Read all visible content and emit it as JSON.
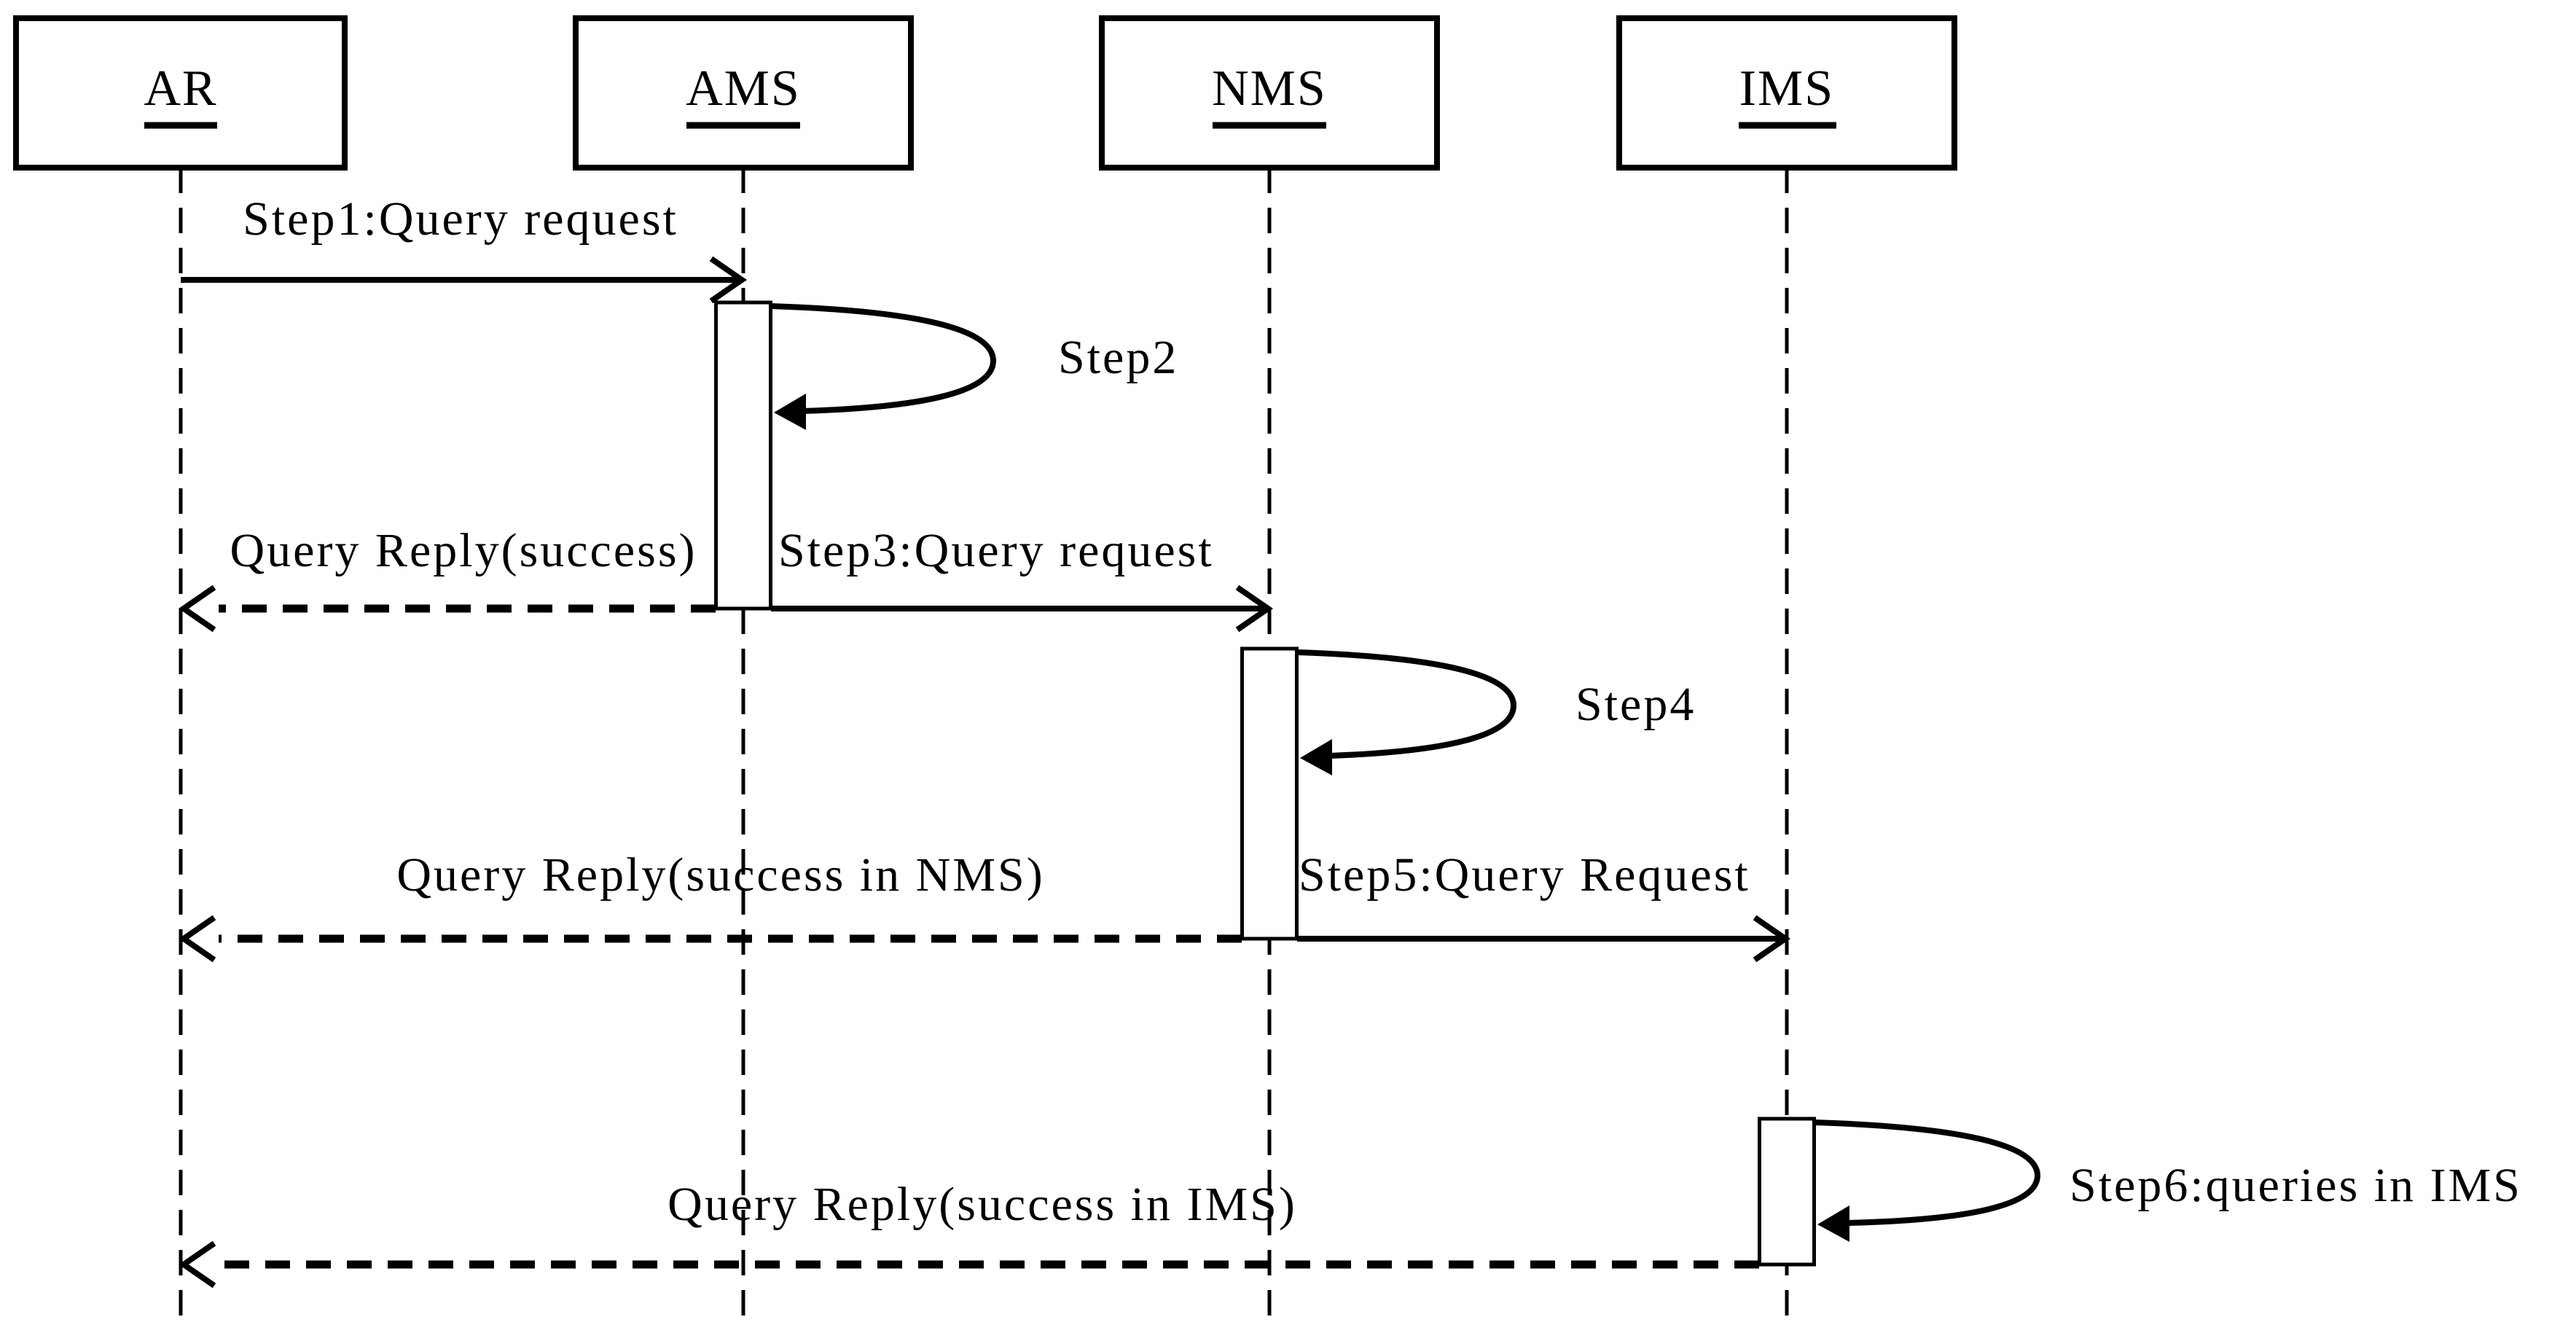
{
  "colors": {
    "background": "#ffffff",
    "line": "#000000",
    "text": "#000000"
  },
  "participants": [
    {
      "label": "AR"
    },
    {
      "label": "AMS"
    },
    {
      "label": "NMS"
    },
    {
      "label": "IMS"
    }
  ],
  "messages": [
    {
      "label": "Step1:Query request",
      "from": "AR",
      "to": "AMS",
      "kind": "request",
      "line": "solid"
    },
    {
      "label": "Step2",
      "from": "AMS",
      "to": "AMS",
      "kind": "self",
      "line": "solid"
    },
    {
      "label": "Query Reply(success)",
      "from": "AMS",
      "to": "AR",
      "kind": "reply",
      "line": "dashed"
    },
    {
      "label": "Step3:Query request",
      "from": "AMS",
      "to": "NMS",
      "kind": "request",
      "line": "solid"
    },
    {
      "label": "Step4",
      "from": "NMS",
      "to": "NMS",
      "kind": "self",
      "line": "solid"
    },
    {
      "label": "Query Reply(success in NMS)",
      "from": "NMS",
      "to": "AR",
      "kind": "reply",
      "line": "dashed"
    },
    {
      "label": "Step5:Query Request",
      "from": "NMS",
      "to": "IMS",
      "kind": "request",
      "line": "solid"
    },
    {
      "label": "Step6:queries in IMS",
      "from": "IMS",
      "to": "IMS",
      "kind": "self",
      "line": "solid"
    },
    {
      "label": "Query Reply(success in IMS)",
      "from": "IMS",
      "to": "AR",
      "kind": "reply",
      "line": "dashed"
    }
  ]
}
